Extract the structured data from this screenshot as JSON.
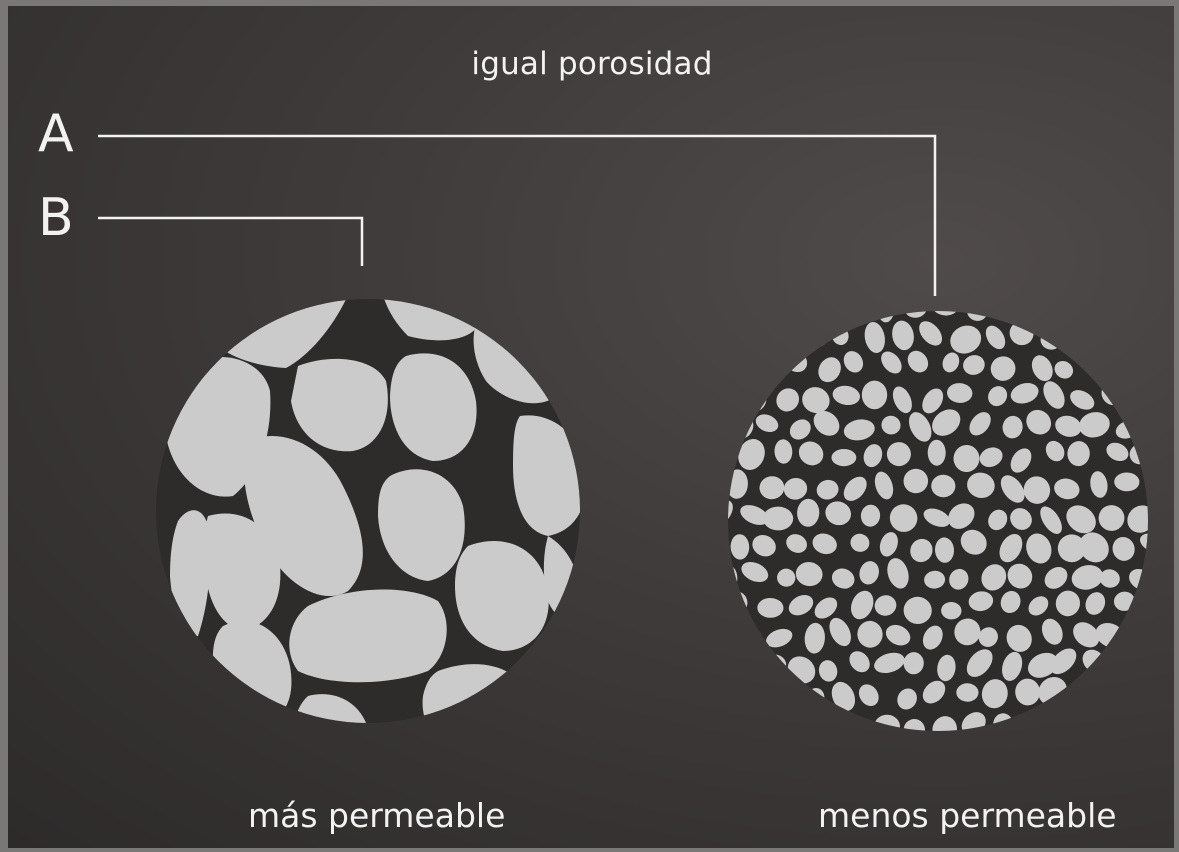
{
  "title": "igual porosidad",
  "labels": {
    "a": "A",
    "b": "B"
  },
  "captions": {
    "left": "más permeable",
    "right": "menos permeable"
  },
  "colors": {
    "grain": "#cbcbcb",
    "pore": "#2e2b2b",
    "line": "#f2f2f2"
  },
  "icons": {
    "left_sample": "coarse-grain-circle-icon",
    "right_sample": "fine-grain-circle-icon"
  }
}
